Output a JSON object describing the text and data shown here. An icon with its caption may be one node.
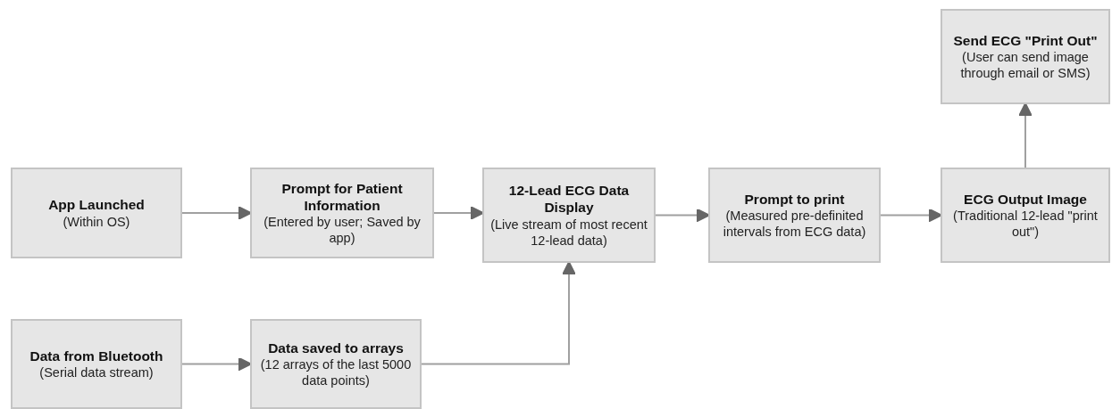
{
  "diagram": {
    "nodes": [
      {
        "text": [
          "App Launched",
          "(Within OS)"
        ]
      },
      {
        "text": [
          "Prompt for Patient Information",
          "(Entered by user; Saved by app)"
        ]
      },
      {
        "text": [
          "12-Lead ECG Data Display",
          "(Live stream of most recent 12-lead data)"
        ]
      },
      {
        "text": [
          "Prompt to print",
          "(Measured pre-definited intervals from ECG data)"
        ]
      },
      {
        "text": [
          "ECG Output Image",
          "(Traditional 12-lead \"print out\")"
        ]
      },
      {
        "text": [
          "Send ECG \"Print Out\"",
          "(User can send image through email or SMS)"
        ]
      },
      {
        "text": [
          "Data from Bluetooth",
          "(Serial data stream)"
        ]
      },
      {
        "text": [
          "Data saved to arrays",
          "(12 arrays of the last 5000 data points)"
        ]
      }
    ],
    "edges": [
      {
        "from": 0,
        "to": 1,
        "arrow": "to"
      },
      {
        "from": 1,
        "to": 2,
        "arrow": "to"
      },
      {
        "from": 2,
        "to": 3,
        "arrow": "to"
      },
      {
        "from": 3,
        "to": 4,
        "arrow": "to"
      },
      {
        "from": 4,
        "to": 5,
        "arrow": "to"
      },
      {
        "from": 6,
        "to": 7,
        "arrow": "to"
      },
      {
        "from": 7,
        "to": 2,
        "arrow": "to"
      }
    ]
  }
}
